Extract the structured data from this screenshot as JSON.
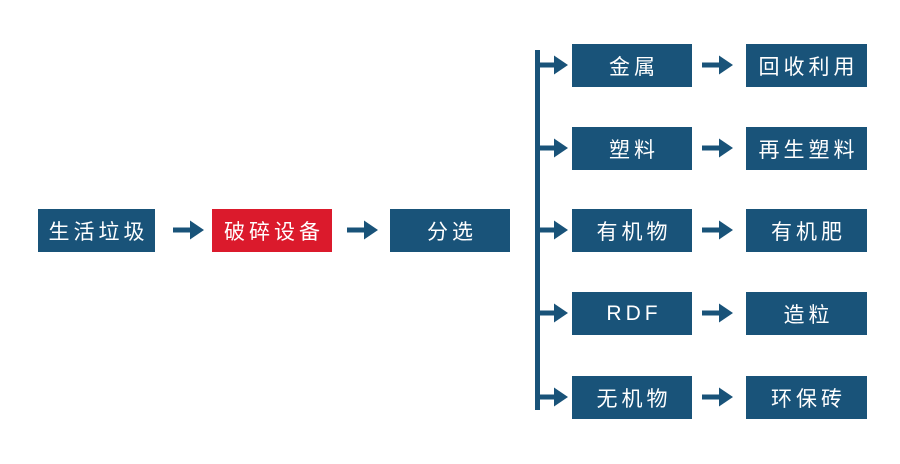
{
  "colors": {
    "background": "#ffffff",
    "node_blue": "#195379",
    "node_red": "#db1a2c",
    "connector_blue": "#195379",
    "text": "#ffffff"
  },
  "flow": {
    "main_nodes": [
      {
        "label": "生活垃圾"
      },
      {
        "label": "破碎设备"
      },
      {
        "label": "分选"
      }
    ],
    "branches": [
      {
        "source": "金属",
        "result": "回收利用"
      },
      {
        "source": "塑料",
        "result": "再生塑料"
      },
      {
        "source": "有机物",
        "result": "有机肥"
      },
      {
        "source": "RDF",
        "result": "造粒"
      },
      {
        "source": "无机物",
        "result": "环保砖"
      }
    ]
  }
}
